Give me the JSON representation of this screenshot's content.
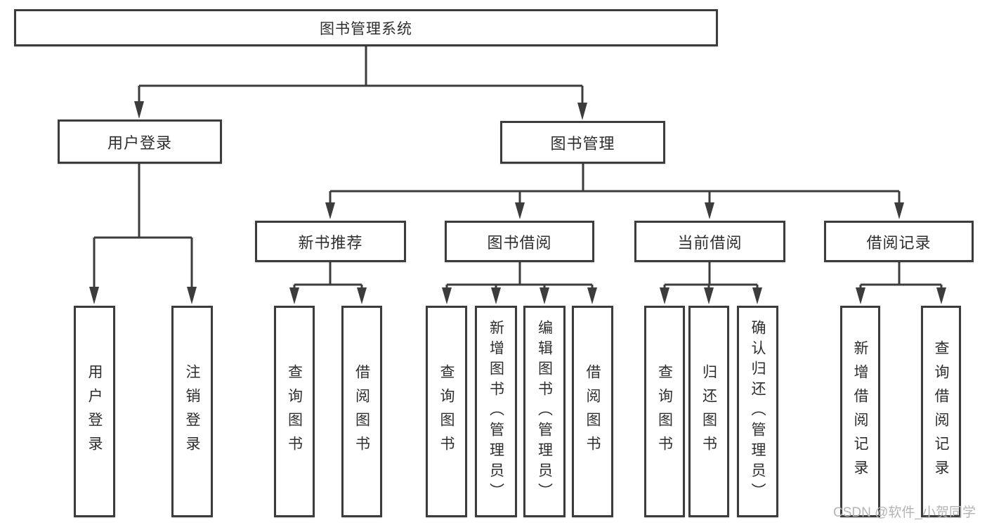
{
  "root": {
    "label": "图书管理系统"
  },
  "user_login": {
    "label": "用户登录",
    "children": [
      {
        "label": "用户登录"
      },
      {
        "label": "注销登录"
      }
    ]
  },
  "book_mgmt": {
    "label": "图书管理",
    "sections": [
      {
        "label": "新书推荐",
        "children": [
          {
            "label": "查询图书"
          },
          {
            "label": "借阅图书"
          }
        ]
      },
      {
        "label": "图书借阅",
        "children": [
          {
            "label": "查询图书"
          },
          {
            "label": "新增图书（管理员）"
          },
          {
            "label": "编辑图书（管理员）"
          },
          {
            "label": "借阅图书"
          }
        ]
      },
      {
        "label": "当前借阅",
        "children": [
          {
            "label": "查询图书"
          },
          {
            "label": "归还图书"
          },
          {
            "label": "确认归还（管理员）"
          }
        ]
      },
      {
        "label": "借阅记录",
        "children": [
          {
            "label": "新增借阅记录"
          },
          {
            "label": "查询借阅记录"
          }
        ]
      }
    ]
  },
  "watermark": {
    "text": "CSDN @软件_小贺同学"
  },
  "colors": {
    "line": "#3c3c3c",
    "box_border": "#3c3c3c",
    "text": "#2e2e2e",
    "background": "#ffffff",
    "watermark": "#b4b4b4"
  }
}
